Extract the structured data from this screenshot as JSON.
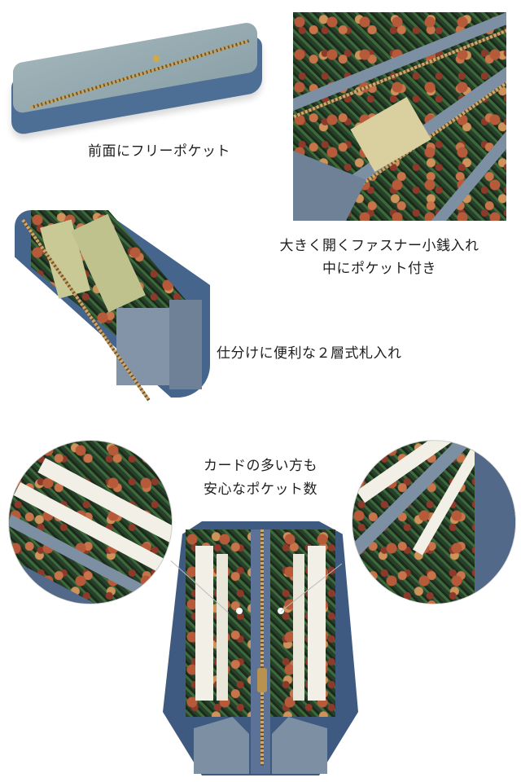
{
  "captions": {
    "front_pocket": "前面にフリーポケット",
    "coin_purse_line1": "大きく開くファスナー小銭入れ",
    "coin_purse_line2": "中にポケット付き",
    "bill_compartment": "仕分けに便利な２層式札入れ",
    "cards_line1": "カードの多い方も",
    "cards_line2": "安心なポケット数"
  },
  "images": {
    "closed_wallet": "closed-wallet-photo",
    "coin_purse_interior": "coin-purse-interior-photo",
    "bill_compartment_open": "bill-compartment-photo",
    "card_slots_open": "card-slots-photo",
    "card_detail_left": "card-detail-left-zoom",
    "card_detail_right": "card-detail-right-zoom"
  },
  "colors": {
    "leather_light": "#9fb3b8",
    "leather_dark": "#4e6f95",
    "zipper": "#c8a15a",
    "lining_green": "#26402a",
    "lining_accent": "#b75a3a",
    "card_white": "#f1efe6"
  }
}
